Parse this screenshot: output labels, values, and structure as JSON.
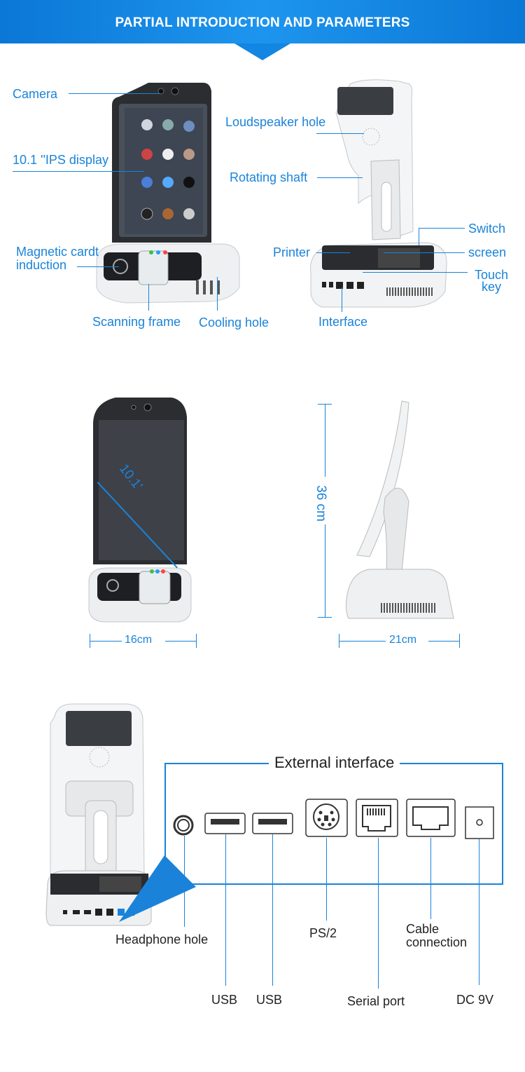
{
  "header": {
    "title": "PARTIAL INTRODUCTION AND PARAMETERS"
  },
  "section1": {
    "front_labels": {
      "camera": "Camera",
      "display": "10.1 ''IPS display",
      "magnetic": "Magnetic cardt induction",
      "scanning": "Scanning frame",
      "cooling": "Cooling hole"
    },
    "back_labels": {
      "loudspeaker": "Loudspeaker hole",
      "shaft": "Rotating shaft",
      "printer": "Printer",
      "switch": "Switch",
      "screen": "screen",
      "touch_key": "Touch key",
      "interface": "Interface"
    }
  },
  "section2": {
    "diagonal": "10.1'",
    "width": "16cm",
    "depth": "21cm",
    "height": "36 cm"
  },
  "section3": {
    "title": "External interface",
    "ports": {
      "headphone": "Headphone hole",
      "usb1": "USB",
      "usb2": "USB",
      "ps2": "PS/2",
      "serial": "Serial port",
      "cable": "Cable connection",
      "dc": "DC 9V"
    }
  },
  "colors": {
    "accent": "#1a83d9",
    "banner": "#1286e2",
    "text_dark": "#222222"
  }
}
